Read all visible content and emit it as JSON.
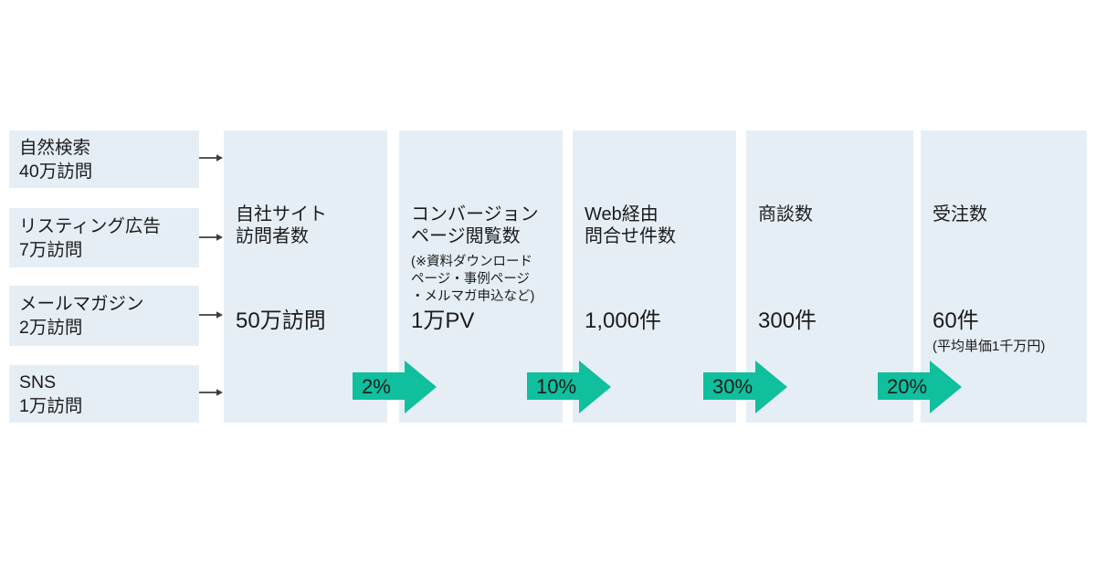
{
  "colors": {
    "box_bg": "#e6eef5",
    "arrow_green": "#0fbf9d",
    "text": "#1b1b1b",
    "connector_gray": "#3d3d3d"
  },
  "sources": [
    {
      "name": "自然検索",
      "volume": "40万訪問"
    },
    {
      "name": "リスティング広告",
      "volume": "7万訪問"
    },
    {
      "name": "メールマガジン",
      "volume": "2万訪問"
    },
    {
      "name": "SNS",
      "volume": "1万訪問"
    }
  ],
  "stages": [
    {
      "title_line1": "自社サイト",
      "title_line2": "訪問者数",
      "value": "50万訪問"
    },
    {
      "title_line1": "コンバージョン",
      "title_line2": "ページ閲覧数",
      "note_line1": "(※資料ダウンロード",
      "note_line2": "ページ・事例ページ",
      "note_line3": "・メルマガ申込など)",
      "value": "1万PV"
    },
    {
      "title_line1": "Web経由",
      "title_line2": "問合せ件数",
      "value": "1,000件"
    },
    {
      "title_line1": "商談数",
      "value": "300件"
    },
    {
      "title_line1": "受注数",
      "value": "60件",
      "value_note": "(平均単価1千万円)"
    }
  ],
  "conversion_rates": [
    "2%",
    "10%",
    "30%",
    "20%"
  ]
}
